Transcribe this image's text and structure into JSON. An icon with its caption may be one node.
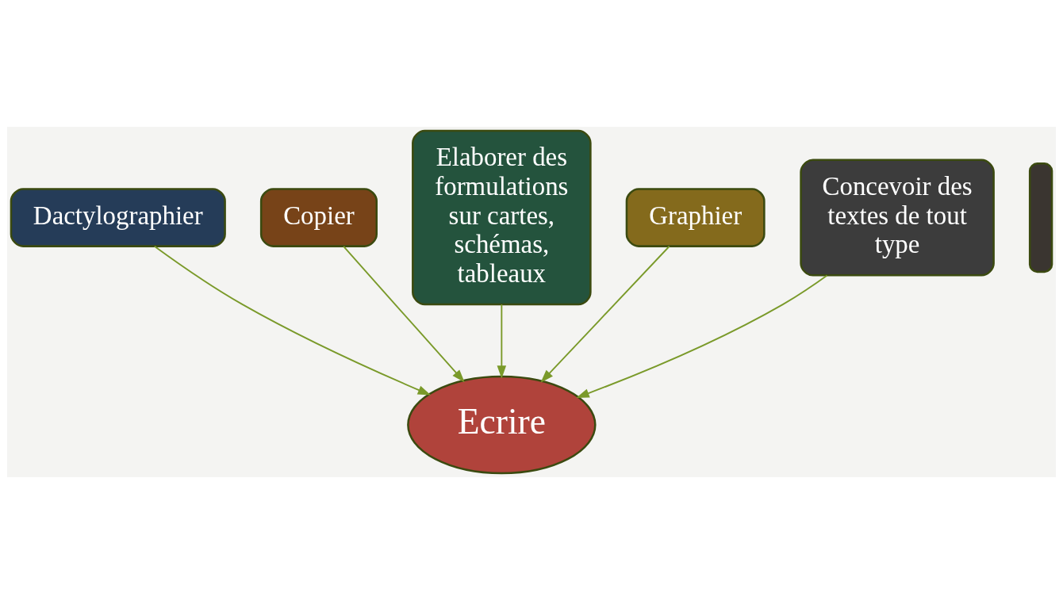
{
  "diagram": {
    "nodes": [
      {
        "text": [
          "Dactylographier"
        ]
      },
      {
        "text": [],
        "shape": "box"
      },
      {
        "text": [
          "Copier"
        ]
      },
      {
        "text": [
          "Elaborer des formulations sur cartes, schémas, tableaux"
        ]
      },
      {
        "text": [
          "Graphier"
        ]
      },
      {
        "text": [
          "Ecrire"
        ]
      },
      {
        "text": [
          "Concevoir des textes de tout type"
        ]
      }
    ],
    "edges": [
      {
        "from": 0,
        "to": 5,
        "arrow": "to"
      },
      {
        "from": 2,
        "to": 5,
        "arrow": "to"
      },
      {
        "from": 3,
        "to": 5,
        "arrow": "to"
      },
      {
        "from": 4,
        "to": 5,
        "arrow": "to"
      },
      {
        "from": 6,
        "to": 5,
        "arrow": "to"
      }
    ]
  }
}
